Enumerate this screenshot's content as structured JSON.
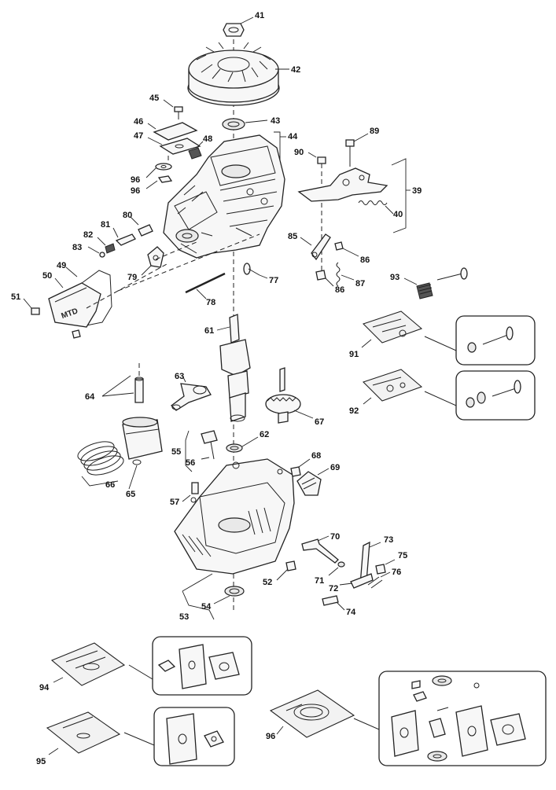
{
  "labels": {
    "p41": "41",
    "p42": "42",
    "p43": "43",
    "p44": "44",
    "p45": "45",
    "p46": "46",
    "p47": "47",
    "p48": "48",
    "p49": "49",
    "p50": "50",
    "p51": "51",
    "p52": "52",
    "p53": "53",
    "p54": "54",
    "p55": "55",
    "p56": "56",
    "p57": "57",
    "p61": "61",
    "p62": "62",
    "p63": "63",
    "p64": "64",
    "p65": "65",
    "p66": "66",
    "p67": "67",
    "p68": "68",
    "p69": "69",
    "p70": "70",
    "p71": "71",
    "p72": "72",
    "p73": "73",
    "p74": "74",
    "p75": "75",
    "p76": "76",
    "p77": "77",
    "p78": "78",
    "p79": "79",
    "p80": "80",
    "p81": "81",
    "p82": "82",
    "p83": "83",
    "p85": "85",
    "p86a": "86",
    "p86b": "86",
    "p87": "87",
    "p89": "89",
    "p90": "90",
    "p91": "91",
    "p92": "92",
    "p93": "93",
    "p94": "94",
    "p95": "95",
    "p96a": "96",
    "p96b": "96",
    "p96c": "96",
    "p39": "39",
    "p40": "40"
  },
  "logo_text": "MTD"
}
